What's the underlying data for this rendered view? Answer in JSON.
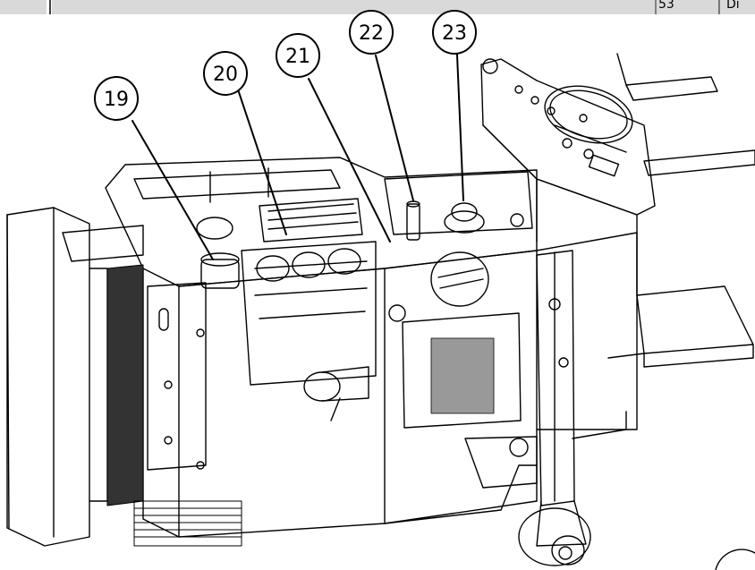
{
  "header": {
    "cells": [
      {
        "text": "53"
      },
      {
        "text": "Di"
      }
    ]
  },
  "callouts": [
    {
      "label": "19"
    },
    {
      "label": "20"
    },
    {
      "label": "21"
    },
    {
      "label": "22"
    },
    {
      "label": "23"
    }
  ]
}
